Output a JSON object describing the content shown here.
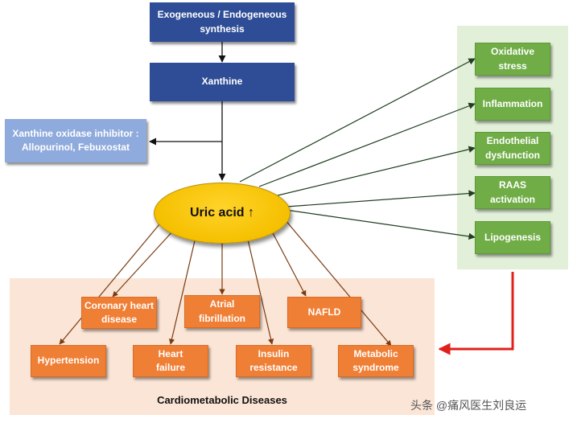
{
  "nodes": {
    "synthesis": "Exogeneous / Endogeneous\nsynthesis",
    "xanthine": "Xanthine",
    "inhibitor": "Xanthine oxidase inhibitor :\nAllopurinol, Febuxostat",
    "uric_acid": "Uric acid ↑"
  },
  "effects": [
    "Oxidative\nstress",
    "Inflammation",
    "Endothelial\ndysfunction",
    "RAAS\nactivation",
    "Lipogenesis"
  ],
  "diseases": {
    "coronary": "Coronary heart\ndisease",
    "atrial": "Atrial\nfibrillation",
    "nafld": "NAFLD",
    "hypertension": "Hypertension",
    "heart_failure": "Heart\nfailure",
    "insulin": "Insulin\nresistance",
    "metabolic": "Metabolic\nsyndrome"
  },
  "group_title": "Cardiometabolic Diseases",
  "watermark": "头条 @痛风医生刘良运",
  "colors": {
    "blue": "#2f4d96",
    "light_blue": "#8faadc",
    "green": "#70ad47",
    "green_panel": "#e2efd9",
    "orange": "#f07f36",
    "orange_panel": "#fbe5d6",
    "yellow": "#f5c000",
    "red_arrow": "#e0201b",
    "dark_arrow": "#1f3d1f",
    "brown_line": "#7a3b12"
  }
}
